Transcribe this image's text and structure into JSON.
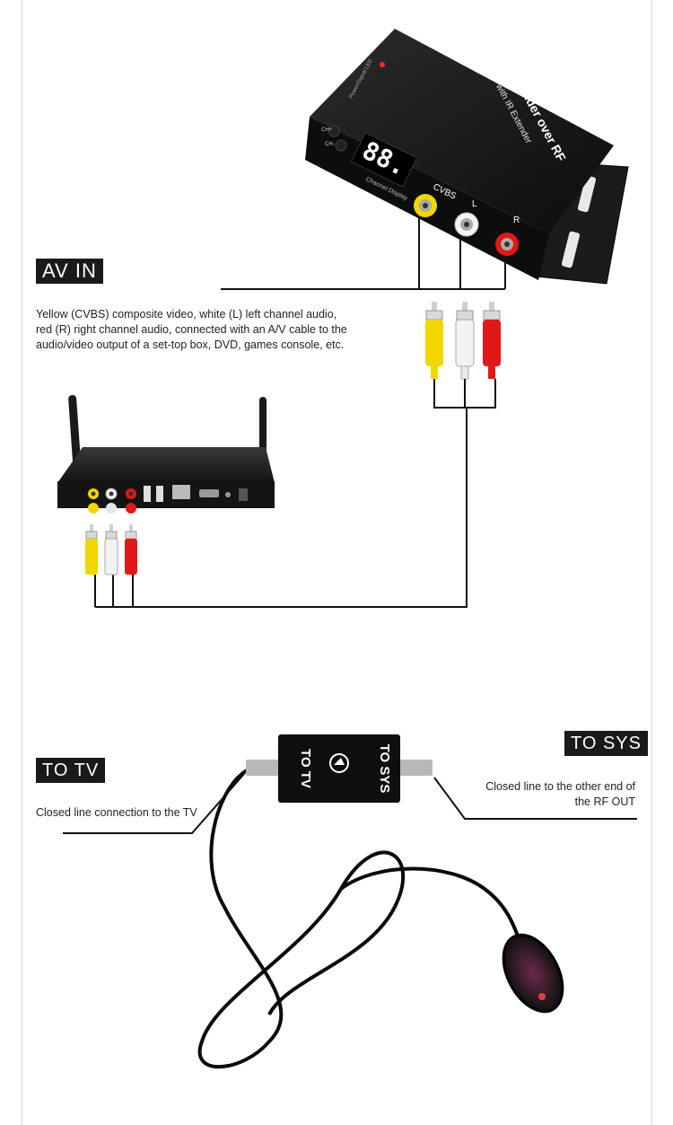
{
  "av_in": {
    "tag": "AV IN",
    "description": [
      "Yellow (CVBS) composite video, white (L) left channel audio,",
      "red (R) right channel audio, connected with an A/V cable to the",
      "audio/video output of a set-top box, DVD, games console, etc."
    ]
  },
  "extender": {
    "title_line1": "AV Extender over RF",
    "title_line2": "with IR Extender",
    "led_label": "Power/Signal LED",
    "display_value": "88.",
    "display_label": "Channel Display",
    "ch_up": "CH+",
    "ch_down": "CH-",
    "port_cvbs": "CVBS",
    "port_l": "L",
    "port_r": "R"
  },
  "splitter": {
    "left_label": "TO TV",
    "right_label": "TO SYS"
  },
  "to_tv": {
    "tag": "TO TV",
    "description": "Closed line connection to the TV"
  },
  "to_sys": {
    "tag": "TO SYS",
    "description": [
      "Closed line to the other end of",
      "the RF OUT"
    ]
  },
  "colors": {
    "yellow": "#f2d600",
    "white": "#f2f2f2",
    "red": "#e01818",
    "device": "#151515",
    "tag_bg": "#1a1a1a"
  }
}
